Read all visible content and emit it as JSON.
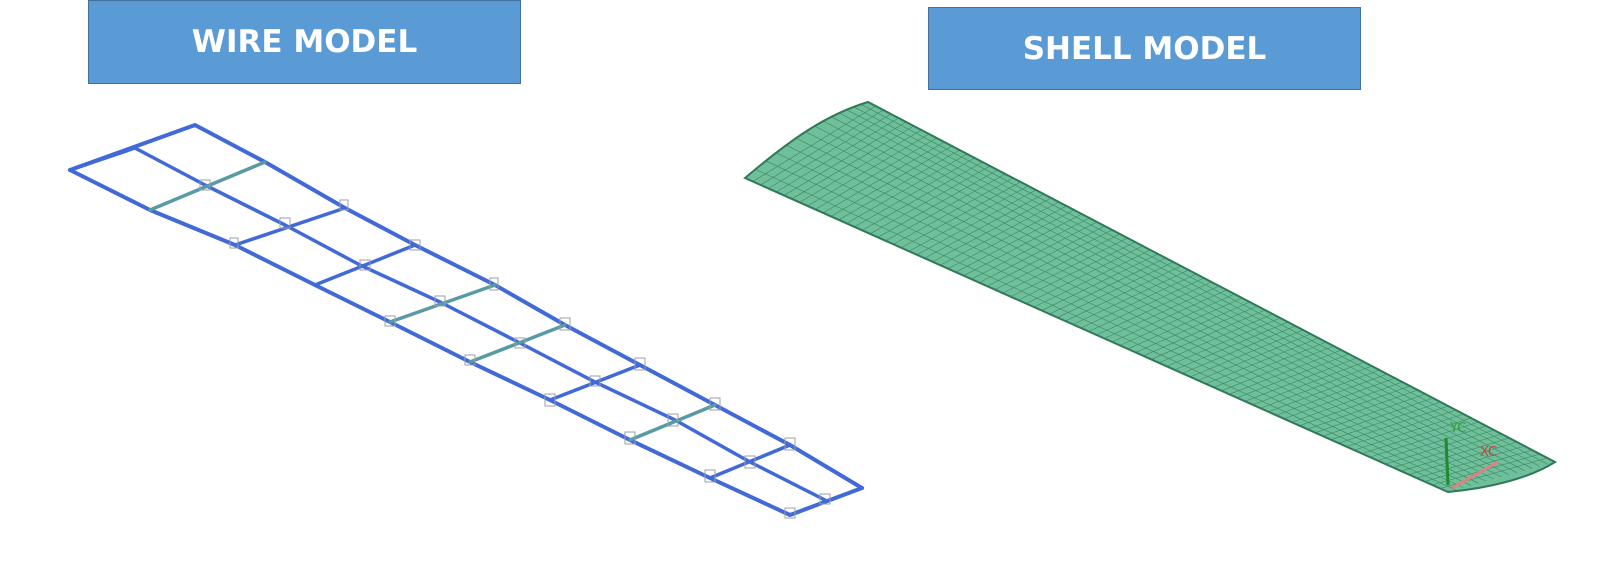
{
  "labels": {
    "wire": "WIRE MODEL",
    "shell": "SHELL MODEL"
  },
  "shell_axes": {
    "x_label": "XC",
    "y_label": "YC"
  },
  "colors": {
    "box_fill": "#5b9bd5",
    "wire_spar": "#4169d8",
    "wire_rib": "#5a9aa5",
    "shell_fill": "#6fbf9a",
    "shell_mesh": "#2f7a5a"
  }
}
